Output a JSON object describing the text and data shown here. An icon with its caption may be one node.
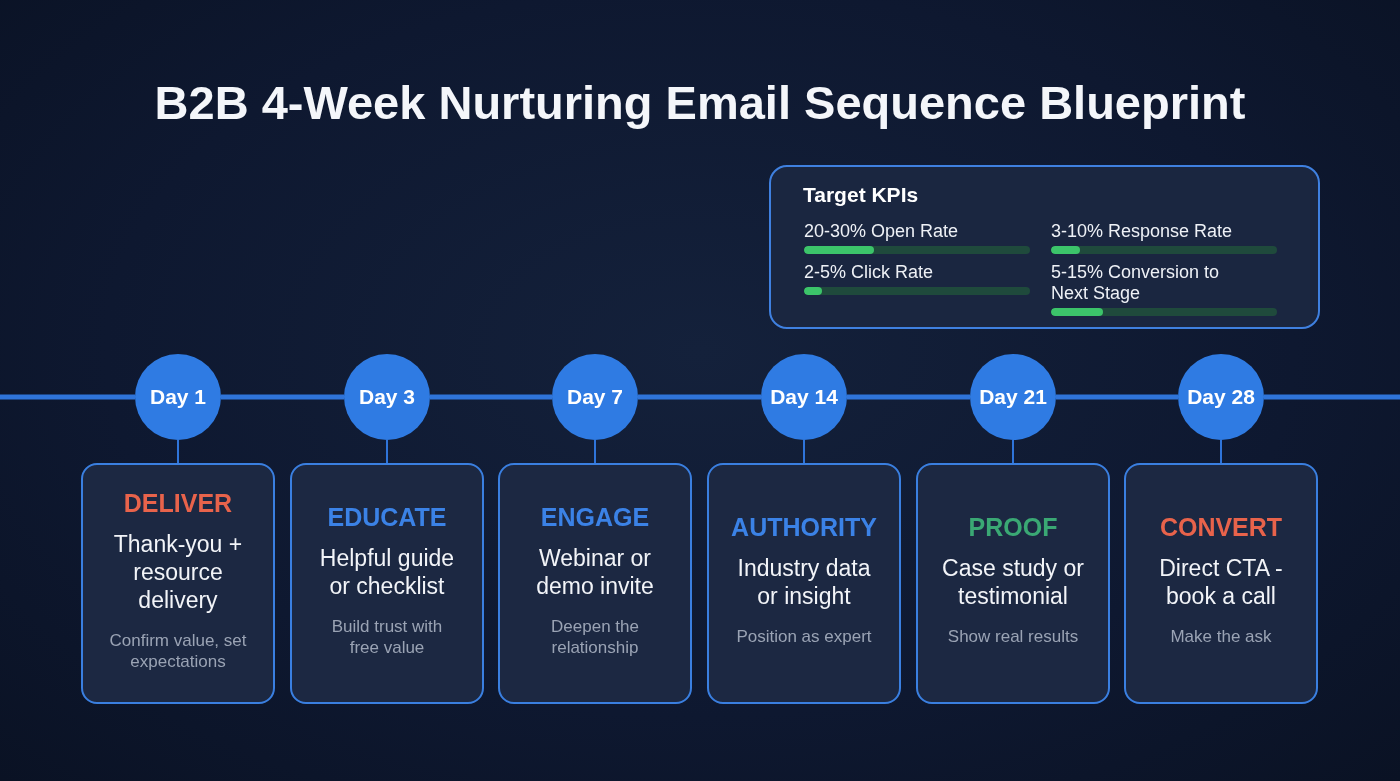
{
  "diagram": {
    "title": "B2B 4-Week Nurturing Email Sequence Blueprint",
    "nodes": [
      {
        "text": [
          "Target KPIs",
          "20-30% Open Rate",
          "3-10% Response Rate",
          "2-5% Click Rate",
          "5-15% Conversion to Next Stage"
        ]
      },
      {
        "text": [
          "Day 1"
        ]
      },
      {
        "text": [
          "Day 3"
        ]
      },
      {
        "text": [
          "Day 7"
        ]
      },
      {
        "text": [
          "Day 14"
        ]
      },
      {
        "text": [
          "Day 21"
        ]
      },
      {
        "text": [
          "Day 28"
        ]
      },
      {
        "text": [
          "DELIVER",
          "Thank-you + resource delivery",
          "Confirm value, set expectations"
        ]
      },
      {
        "text": [
          "EDUCATE",
          "Helpful guide or checklist",
          "Build trust with free value"
        ]
      },
      {
        "text": [
          "ENGAGE",
          "Webinar or demo invite",
          "Deepen the relationship"
        ]
      },
      {
        "text": [
          "AUTHORITY",
          "Industry data or insight",
          "Position as expert"
        ]
      },
      {
        "text": [
          "PROOF",
          "Case study or testimonial",
          "Show real results"
        ]
      },
      {
        "text": [
          "CONVERT",
          "Direct CTA - book a call",
          "Make the ask"
        ]
      }
    ],
    "edges": [
      {
        "from": null,
        "to": 1,
        "arrow": "none"
      },
      {
        "from": 1,
        "to": 2,
        "arrow": "none"
      },
      {
        "from": 2,
        "to": 3,
        "arrow": "none"
      },
      {
        "from": 3,
        "to": 4,
        "arrow": "none"
      },
      {
        "from": 4,
        "to": 5,
        "arrow": "none"
      },
      {
        "from": 5,
        "to": 6,
        "arrow": "none"
      },
      {
        "from": 6,
        "to": null,
        "arrow": "none"
      },
      {
        "from": 1,
        "to": 7,
        "arrow": "none"
      },
      {
        "from": 2,
        "to": 8,
        "arrow": "none"
      },
      {
        "from": 3,
        "to": 9,
        "arrow": "none"
      },
      {
        "from": 4,
        "to": 10,
        "arrow": "none"
      },
      {
        "from": 5,
        "to": 11,
        "arrow": "none"
      },
      {
        "from": 6,
        "to": 12,
        "arrow": "none"
      }
    ]
  }
}
